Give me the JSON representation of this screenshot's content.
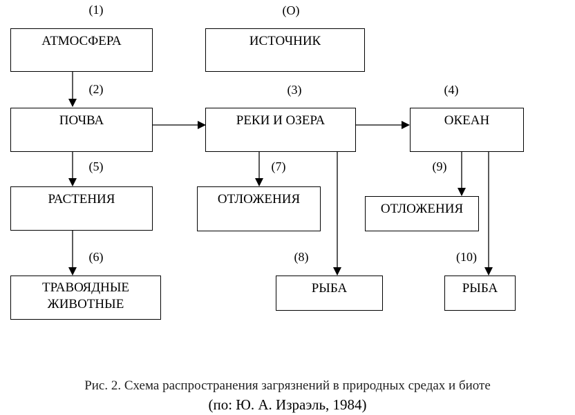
{
  "nodes": {
    "atmosphere": {
      "label": "АТМОСФЕРА",
      "num": "(1)"
    },
    "source": {
      "label": "ИСТОЧНИК",
      "num": "(О)"
    },
    "soil": {
      "label": "ПОЧВА",
      "num": "(2)"
    },
    "rivers": {
      "label": "РЕКИ И ОЗЕРА",
      "num": "(3)"
    },
    "ocean": {
      "label": "ОКЕАН",
      "num": "(4)"
    },
    "plants": {
      "label": "РАСТЕНИЯ",
      "num": "(5)"
    },
    "sediments1": {
      "label": "ОТЛОЖЕНИЯ",
      "num": "(7)"
    },
    "sediments2": {
      "label": "ОТЛОЖЕНИЯ",
      "num": "(9)"
    },
    "herbivores": {
      "label_line1": "ТРАВОЯДНЫЕ",
      "label_line2": "ЖИВОТНЫЕ",
      "num": "(6)"
    },
    "fish1": {
      "label": "РЫБА",
      "num": "(8)"
    },
    "fish2": {
      "label": "РЫБА",
      "num": "(10)"
    }
  },
  "edges": [
    {
      "from": "atmosphere",
      "to": "soil"
    },
    {
      "from": "soil",
      "to": "rivers"
    },
    {
      "from": "rivers",
      "to": "ocean"
    },
    {
      "from": "soil",
      "to": "plants"
    },
    {
      "from": "plants",
      "to": "herbivores"
    },
    {
      "from": "rivers",
      "to": "sediments1"
    },
    {
      "from": "rivers",
      "to": "fish1"
    },
    {
      "from": "ocean",
      "to": "sediments2"
    },
    {
      "from": "ocean",
      "to": "fish2"
    }
  ],
  "caption": {
    "line1": "Рис. 2.  Схема распространения загрязнений в природных средах и биоте",
    "line2": "(по: Ю. А. Израэль, 1984)"
  }
}
